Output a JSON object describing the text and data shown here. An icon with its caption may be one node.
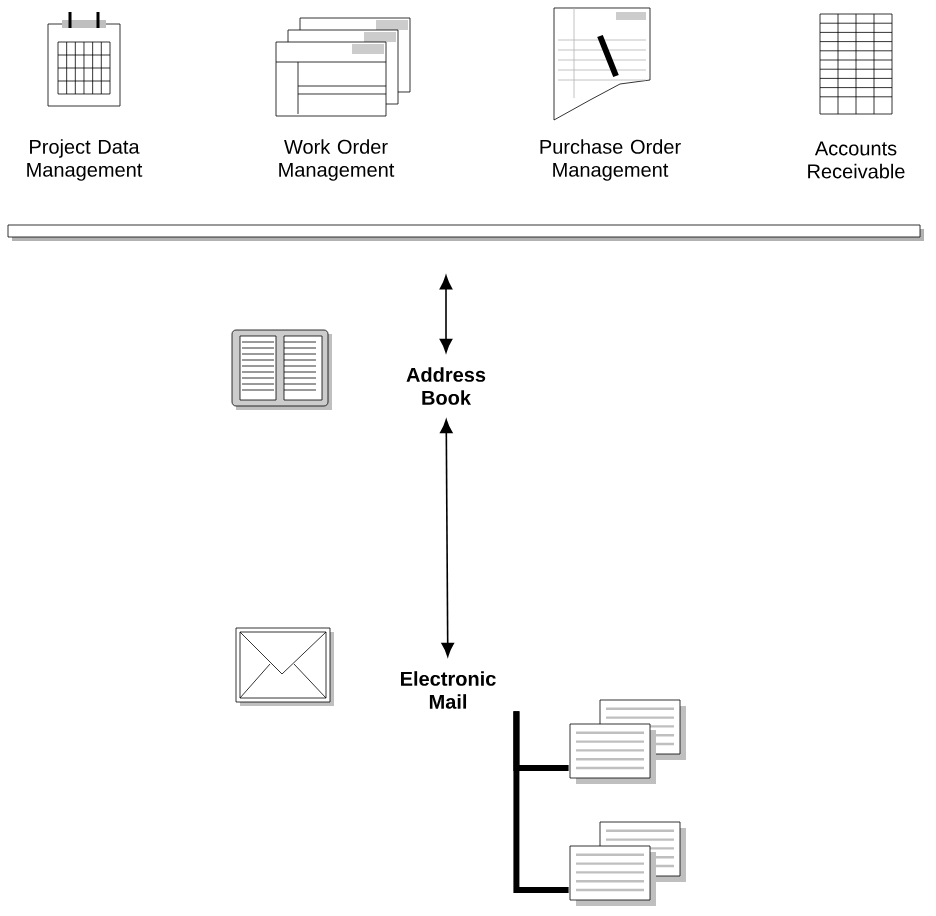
{
  "diagram": {
    "nodes": [
      {
        "text": [],
        "shape": "bar"
      },
      {
        "text": [
          "Project Data Management"
        ]
      },
      {
        "text": [
          "Work Order Management"
        ]
      },
      {
        "text": [
          "Purchase Order Management"
        ]
      },
      {
        "text": [
          "Accounts Receivable"
        ]
      },
      {
        "text": [
          "Address Book"
        ]
      },
      {
        "text": [
          "Electronic Mail"
        ]
      },
      {
        "text": [],
        "shape": "picture"
      },
      {
        "text": [],
        "shape": "picture"
      }
    ],
    "edges": [
      {
        "from": 0,
        "to": 5,
        "arrow": "both"
      },
      {
        "from": 5,
        "to": 6,
        "arrow": "both"
      },
      {
        "from": 6,
        "to": 7,
        "arrow": "none",
        "style": "thick"
      },
      {
        "from": 6,
        "to": 8,
        "arrow": "none",
        "style": "thick"
      }
    ]
  }
}
